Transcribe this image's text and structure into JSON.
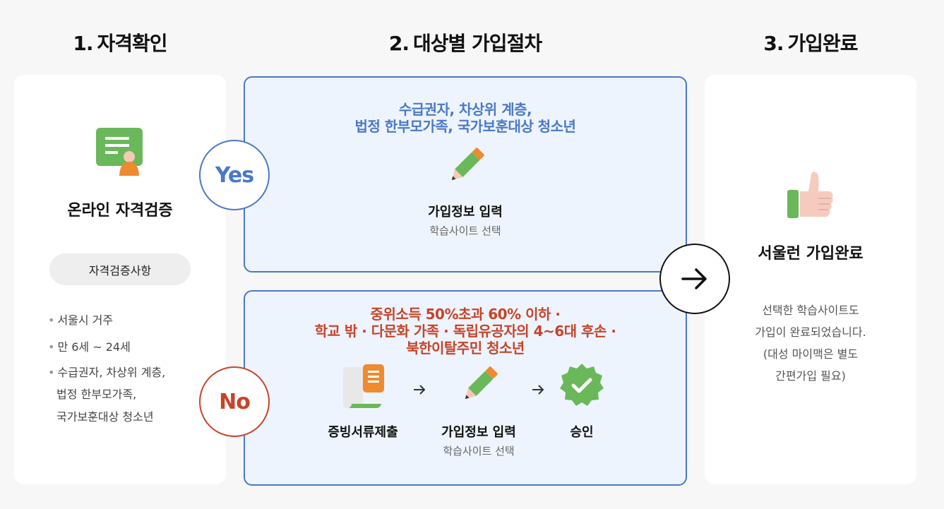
{
  "steps": [
    {
      "num": "1.",
      "title": "자격확인"
    },
    {
      "num": "2.",
      "title": "대상별 가입절차"
    },
    {
      "num": "3.",
      "title": "가입완료"
    }
  ],
  "eligibility": {
    "icon": "certificate-icon",
    "title": "온라인 자격검증",
    "pill": "자격검증사항",
    "requirements": [
      "서울시 거주",
      "만 6세 ~ 24세",
      "수급권자, 차상위 계층,",
      "법정 한부모가족,",
      "국가보훈대상 청소년"
    ]
  },
  "yes_flow": {
    "badge": "Yes",
    "conditions": [
      "수급권자, 차상위 계층,",
      "법정 한부모가족, 국가보훈대상 청소년"
    ],
    "stage_title": "가입정보 입력",
    "stage_sub": "학습사이트 선택",
    "icon": "pencil-icon"
  },
  "no_flow": {
    "badge": "No",
    "conditions": [
      "중위소득 50%초과 60% 이하 ·",
      "학교 밖 · 다문화 가족 · 독립유공자의 4~6대 후손 ·",
      "북한이탈주민 청소년"
    ],
    "stages": [
      {
        "title": "증빙서류제출",
        "sub": "",
        "icon": "document-icon"
      },
      {
        "title": "가입정보 입력",
        "sub": "학습사이트 선택",
        "icon": "pencil-icon"
      },
      {
        "title": "승인",
        "sub": "",
        "icon": "check-badge-icon"
      }
    ]
  },
  "complete": {
    "icon": "thumbs-up-icon",
    "title": "서울런 가입완료",
    "desc": [
      "선택한 학습사이트도",
      "가입이 완료되었습니다.",
      "(대성 마이맥은 별도",
      "간편가입 필요)"
    ]
  },
  "colors": {
    "accent_blue": "#4a78c9",
    "accent_red": "#c8432a",
    "flow_bg": "#eef4fd",
    "green": "#6ab85a",
    "orange": "#ee8a30"
  }
}
